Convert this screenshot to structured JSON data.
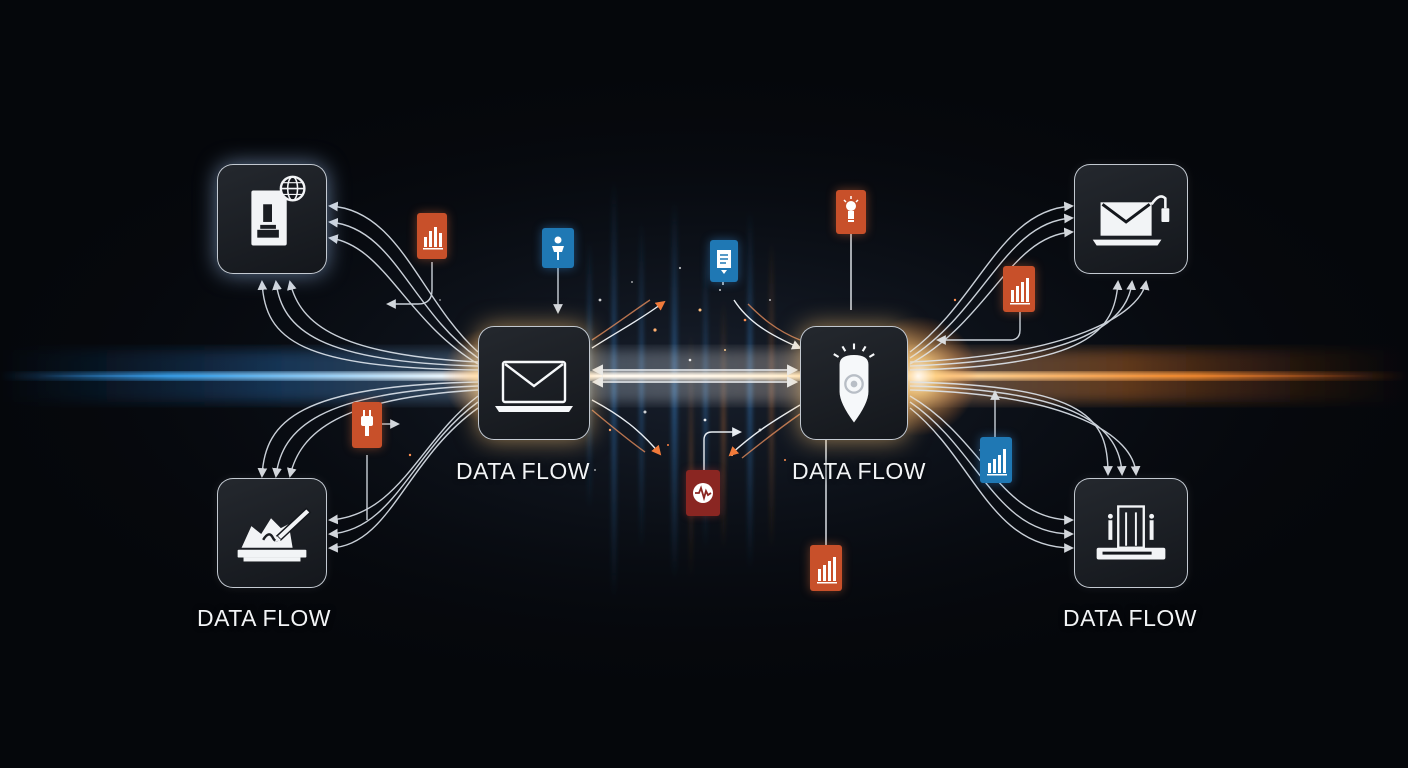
{
  "labels": {
    "center_left": "DATA FLOW",
    "center_right": "DATA FLOW",
    "bottom_left": "DATA FLOW",
    "bottom_right": "DATA FLOW"
  },
  "nodes": [
    {
      "id": "top-left",
      "icon": "id-badge-globe-icon"
    },
    {
      "id": "bottom-left",
      "icon": "signature-pen-icon"
    },
    {
      "id": "center-left",
      "icon": "laptop-mail-icon"
    },
    {
      "id": "center-right",
      "icon": "location-pin-signal-icon"
    },
    {
      "id": "top-right",
      "icon": "laptop-mail-plug-icon"
    },
    {
      "id": "bottom-right",
      "icon": "server-rack-icon"
    }
  ],
  "badges": [
    {
      "id": "bar-chart-1",
      "icon": "bar-chart-icon",
      "color": "orange"
    },
    {
      "id": "person-1",
      "icon": "person-icon",
      "color": "blue"
    },
    {
      "id": "document-1",
      "icon": "document-icon",
      "color": "blue"
    },
    {
      "id": "bulb-1",
      "icon": "bulb-icon",
      "color": "orange"
    },
    {
      "id": "bar-chart-2",
      "icon": "bar-chart-icon",
      "color": "orange"
    },
    {
      "id": "plug-1",
      "icon": "plug-icon",
      "color": "orange"
    },
    {
      "id": "pulse-1",
      "icon": "pulse-icon",
      "color": "red"
    },
    {
      "id": "bar-chart-3",
      "icon": "bar-chart-icon",
      "color": "blue"
    },
    {
      "id": "bar-chart-4",
      "icon": "bar-chart-icon",
      "color": "orange"
    }
  ],
  "colors": {
    "background": "#05070b",
    "beam_blue": "#3aa0e8",
    "beam_orange": "#f08a30",
    "node_border": "#e1e8f0",
    "badge_orange": "#c8502a",
    "badge_blue": "#1f78b4"
  }
}
